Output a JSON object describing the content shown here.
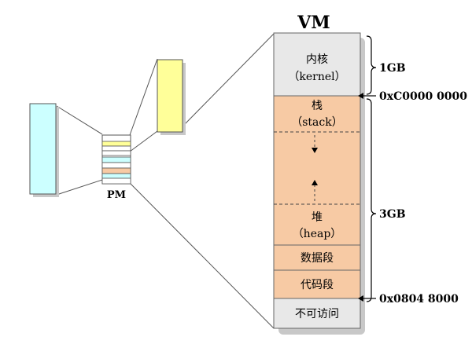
{
  "title": "VM",
  "pm_label": "PM",
  "regions": {
    "kernel": {
      "line1": "内核",
      "line2": "（kernel）"
    },
    "stack": {
      "line1": "栈",
      "line2": "（stack）"
    },
    "heap": {
      "line1": "堆",
      "line2": "（heap）"
    },
    "data": {
      "label": "数据段"
    },
    "code": {
      "label": "代码段"
    },
    "reserved": {
      "label": "不可访问"
    }
  },
  "sizes": {
    "kernel": "1GB",
    "user": "3GB"
  },
  "addresses": {
    "kernel_start": "0xC0000 0000",
    "code_start": "0x0804 8000"
  },
  "colors": {
    "vm_shadow": "#c8c8c8",
    "gray_region": "#e8e8e8",
    "orange_region": "#f7caa4",
    "yellow_block": "#ffff99",
    "cyan_block": "#ccffff",
    "dashed_line": "#444444"
  }
}
